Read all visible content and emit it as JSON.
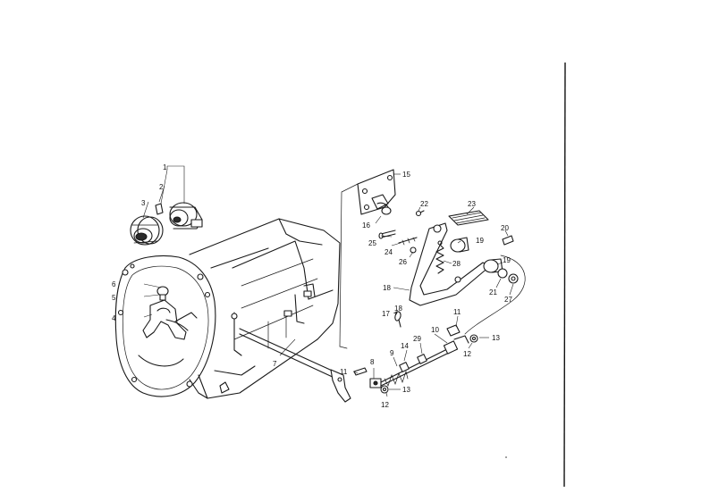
{
  "diagram": {
    "callouts": {
      "p1": "1",
      "p2": "2",
      "p3": "3",
      "p4": "4",
      "p5": "5",
      "p6": "6",
      "p7": "7",
      "p8": "8",
      "p9": "9",
      "p10": "10",
      "p11a": "11",
      "p11b": "11",
      "p12a": "12",
      "p12b": "12",
      "p13a": "13",
      "p13b": "13",
      "p14": "14",
      "p15": "15",
      "p16": "16",
      "p17": "17",
      "p18": "18",
      "p18b": "18",
      "p19a": "19",
      "p19b": "19",
      "p20": "20",
      "p21": "21",
      "p22": "22",
      "p23": "23",
      "p24": "24",
      "p25": "25",
      "p26": "26",
      "p27": "27",
      "p28": "28",
      "p29": "29"
    }
  }
}
